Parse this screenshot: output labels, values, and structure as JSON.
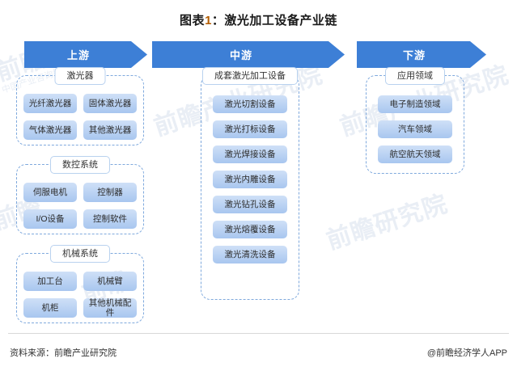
{
  "title": {
    "prefix": "图表",
    "number": "1",
    "separator": "：",
    "text": "激光加工设备产业链"
  },
  "stages": [
    {
      "id": "upstream",
      "label": "上游"
    },
    {
      "id": "midstream",
      "label": "中游"
    },
    {
      "id": "downstream",
      "label": "下游"
    }
  ],
  "groups": {
    "laser": {
      "label": "激光器",
      "items": [
        "光纤激光器",
        "固体激光器",
        "气体激光器",
        "其他激光器"
      ]
    },
    "cnc": {
      "label": "数控系统",
      "items": [
        "伺服电机",
        "控制器",
        "I/O设备",
        "控制软件"
      ]
    },
    "mechanical": {
      "label": "机械系统",
      "items": [
        "加工台",
        "机械臂",
        "机柜",
        "其他机械配件"
      ]
    },
    "equipment": {
      "label": "成套激光加工设备",
      "items": [
        "激光切割设备",
        "激光打标设备",
        "激光焊接设备",
        "激光内雕设备",
        "激光钻孔设备",
        "激光熔覆设备",
        "激光清洗设备"
      ]
    },
    "application": {
      "label": "应用领域",
      "items": [
        "电子制造领域",
        "汽车领域",
        "航空航天领域"
      ]
    }
  },
  "footer": {
    "source": "资料来源：前瞻产业研究院",
    "brand": "@前瞻经济学人APP"
  },
  "watermarks": [
    "前瞻产业研究院",
    "前瞻产业研究院",
    "前瞻产业研究院"
  ],
  "colors": {
    "arrow_blue": "#3d7fd6",
    "chip_top": "#cfe0f7",
    "chip_bottom": "#a8c6ef",
    "dashed_border": "#7fa9dd",
    "label_border": "#b9d2ef",
    "title_number": "#b35c00"
  }
}
